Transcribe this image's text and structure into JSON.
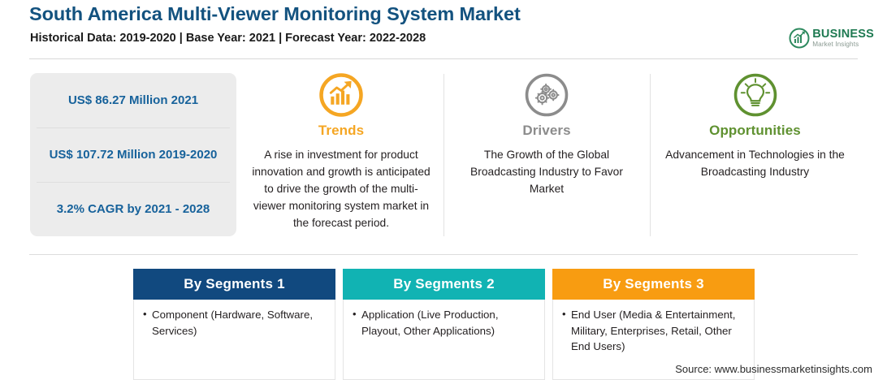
{
  "header": {
    "title": "South America Multi-Viewer Monitoring System Market",
    "subtitle": "Historical Data: 2019-2020 | Base Year: 2021 | Forecast Year: 2022-2028",
    "title_color": "#13527f"
  },
  "logo": {
    "icon": "business-market-insights-logo-icon",
    "line1": "BUSINESS",
    "line2": "Market Insights",
    "color": "#1f7a52"
  },
  "stats": {
    "items": [
      {
        "value": "US$ 86.27 Million 2021"
      },
      {
        "value": "US$ 107.72 Million 2019-2020"
      },
      {
        "value": "3.2% CAGR by 2021 - 2028"
      }
    ],
    "text_color": "#17629b",
    "background": "#ececec"
  },
  "pillars": [
    {
      "key": "trends",
      "icon": "trend-chart-icon",
      "title": "Trends",
      "color": "#f5a623",
      "body": "A rise in investment for product innovation and growth is anticipated to drive the growth of the multi-viewer monitoring system market in the forecast period."
    },
    {
      "key": "drivers",
      "icon": "gears-icon",
      "title": "Drivers",
      "color": "#8c8c8c",
      "body": "The Growth of the Global Broadcasting Industry to Favor Market"
    },
    {
      "key": "opportunities",
      "icon": "lightbulb-icon",
      "title": "Opportunities",
      "color": "#5f9130",
      "body": "Advancement in Technologies in the Broadcasting Industry"
    }
  ],
  "segments": [
    {
      "heading": "By Segments 1",
      "color": "#11497f",
      "item": "Component (Hardware, Software, Services)"
    },
    {
      "heading": "By Segments 2",
      "color": "#11b3b3",
      "item": "Application (Live Production, Playout, Other Applications)"
    },
    {
      "heading": "By Segments 3",
      "color": "#f89c11",
      "item": "End User (Media & Entertainment, Military, Enterprises, Retail, Other End Users)"
    }
  ],
  "footer": {
    "source": "Source: www.businessmarketinsights.com"
  }
}
